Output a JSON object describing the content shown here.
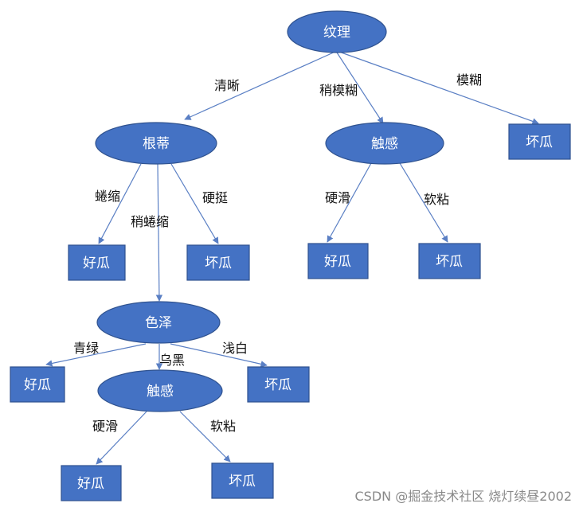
{
  "nodes": {
    "texture": {
      "label": "纹理"
    },
    "root_stem": {
      "label": "根蒂"
    },
    "touch_top": {
      "label": "触感"
    },
    "bad_blurry": {
      "label": "坏瓜"
    },
    "good_curled": {
      "label": "好瓜"
    },
    "bad_stiff": {
      "label": "坏瓜"
    },
    "good_hard_top": {
      "label": "好瓜"
    },
    "bad_soft_top": {
      "label": "坏瓜"
    },
    "color": {
      "label": "色泽"
    },
    "good_green": {
      "label": "好瓜"
    },
    "touch_bottom": {
      "label": "触感"
    },
    "bad_pale": {
      "label": "坏瓜"
    },
    "good_hard_bottom": {
      "label": "好瓜"
    },
    "bad_soft_bottom": {
      "label": "坏瓜"
    }
  },
  "edges": {
    "clear": {
      "label": "清晰"
    },
    "slightly_blurry": {
      "label": "稍模糊"
    },
    "blurry": {
      "label": "模糊"
    },
    "curled": {
      "label": "蜷缩"
    },
    "slightly_curled": {
      "label": "稍蜷缩"
    },
    "stiff": {
      "label": "硬挺"
    },
    "hard_smooth_top": {
      "label": "硬滑"
    },
    "soft_sticky_top": {
      "label": "软粘"
    },
    "green": {
      "label": "青绿"
    },
    "dark": {
      "label": "乌黑"
    },
    "pale": {
      "label": "浅白"
    },
    "hard_smooth_bottom": {
      "label": "硬滑"
    },
    "soft_sticky_bottom": {
      "label": "软粘"
    }
  },
  "watermark": "CSDN @掘金技术社区 烧灯续昼2002"
}
